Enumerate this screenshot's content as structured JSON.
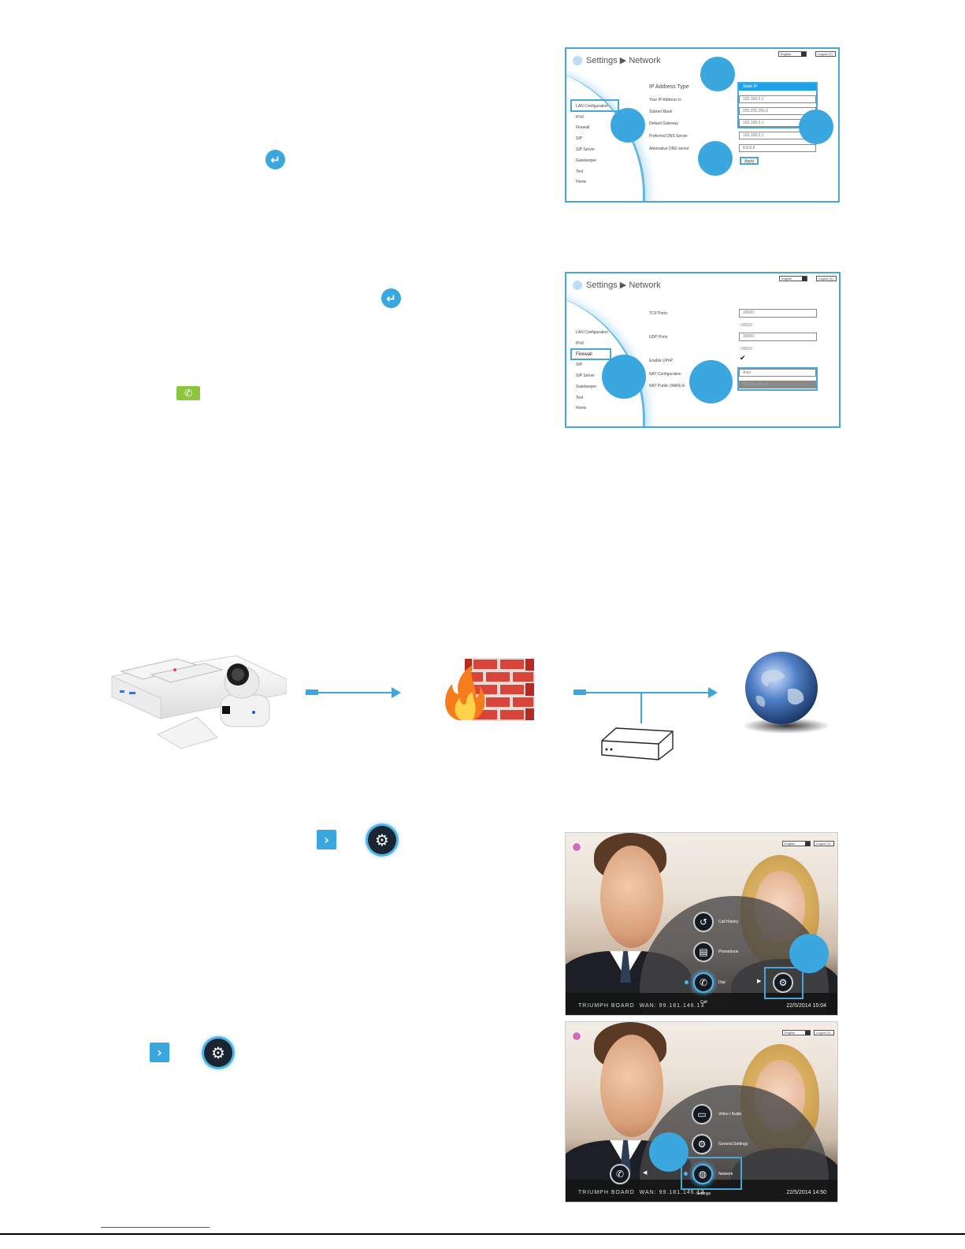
{
  "screen1": {
    "title": "Settings ▶ Network",
    "lang": "English",
    "logout": "Logout (X)",
    "menu": [
      "LAN Configuration",
      "IPv6",
      "Firewall",
      "SIP",
      "SIP Server",
      "Gatekeeper",
      "Test",
      "Home"
    ],
    "fields": [
      {
        "label": "IP Address Type",
        "value": "Static IP"
      },
      {
        "label": "Your IP Address is",
        "value": "192.168.0.1"
      },
      {
        "label": "Subnet Mask",
        "value": "255.255.255.0"
      },
      {
        "label": "Default Gateway",
        "value": "192.168.0.1"
      },
      {
        "label": "Preferred DNS Server",
        "value": "192.168.0.1"
      },
      {
        "label": "Alternative DNS server",
        "value": "8.8.8.8"
      }
    ],
    "apply": "Apply"
  },
  "screen2": {
    "title": "Settings ▶ Network",
    "lang": "English",
    "logout": "Logout (X)",
    "menu": [
      "LAN Configuration",
      "IPv6",
      "Firewall",
      "SIP",
      "SIP Server",
      "Gatekeeper",
      "Test",
      "Home"
    ],
    "tcp_label": "TCP Ports",
    "tcp_value": "30000",
    "tcp_range": "~30010",
    "udp_label": "UDP Ports",
    "udp_value": "30000",
    "udp_range": "~30010",
    "upnp_label": "Enable UPnP",
    "nat_label": "NAT Configuration",
    "nat_value": "Auto",
    "nat_public_label": "NAT Public (WAN) A",
    "nat_public_value": "99.181.146.13"
  },
  "photo1": {
    "lang": "English",
    "logout": "Logout (X)",
    "items": [
      "Call History",
      "Phonebook",
      "Dial"
    ],
    "call_label": "Call",
    "brand": "TRIUMPH BOARD",
    "wan": "WAN: 99.181.146.13",
    "date": "22/5/2014 15:04"
  },
  "photo2": {
    "lang": "English",
    "logout": "Logout (X)",
    "items": [
      "Video / Audio",
      "General Settings",
      "Network"
    ],
    "settings_label": "Settings",
    "brand": "TRIUMPH BOARD",
    "wan": "WAN: 99.181.146.13",
    "date": "22/5/2014 14:50"
  },
  "icons": {
    "enter": "↵",
    "call": "✆",
    "chevron": "›",
    "gear": "⚙"
  },
  "colors": {
    "accent": "#3aa7de",
    "call_green": "#8cc63f"
  }
}
